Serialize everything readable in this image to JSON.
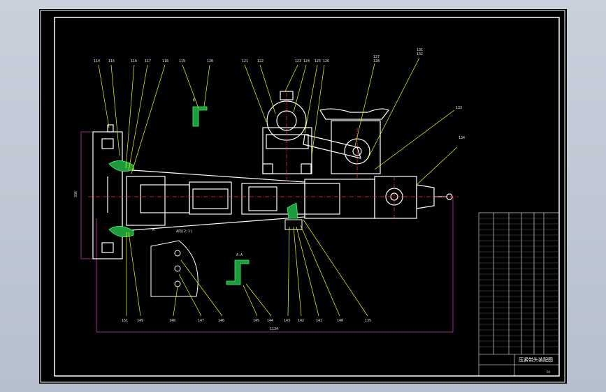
{
  "drawing": {
    "title": "压紧带头装配图",
    "sheet_no": "00",
    "colors": {
      "background": "#000000",
      "part_lines": "#ffffff",
      "leaders": "#ffff00",
      "centerlines": "#ff3333",
      "hatching": "#33ff66",
      "dimensions": "#cc33cc",
      "viewport_bg": "#b9c1cf"
    },
    "callouts_top": [
      "114",
      "115",
      "116",
      "117",
      "118",
      "119",
      "120",
      "121",
      "122",
      "123",
      "124",
      "125",
      "126",
      "127",
      "128",
      "131",
      "132"
    ],
    "callouts_right": [
      "133",
      "134"
    ],
    "callouts_bottom": [
      "151",
      "149",
      "148",
      "147",
      "146",
      "145",
      "144",
      "143",
      "142",
      "141",
      "140",
      "135"
    ],
    "dimension_labels": [
      "336",
      "1134"
    ],
    "view_labels": [
      "A",
      "K",
      "A-A",
      "A向(2:1)"
    ]
  }
}
